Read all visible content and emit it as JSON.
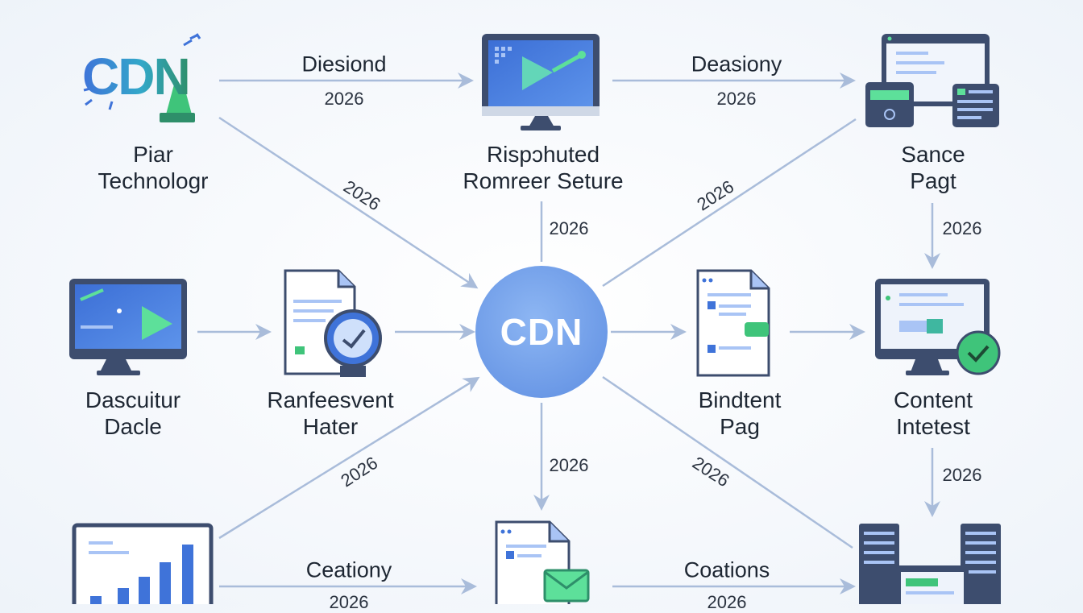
{
  "hub": {
    "label": "CDN"
  },
  "logo": {
    "text": "CDN"
  },
  "nodes": [
    {
      "id": "piar",
      "lines": [
        "Piar",
        "Technologr"
      ],
      "icon": "cdn-logo-icon"
    },
    {
      "id": "risp",
      "lines": [
        "Rispɔhuted",
        "Romreer Seture"
      ],
      "icon": "monitor-play-icon"
    },
    {
      "id": "sance",
      "lines": [
        "Sance",
        "Pagt"
      ],
      "icon": "browser-windows-icon"
    },
    {
      "id": "dascuitur",
      "lines": [
        "Dascuitur",
        "Dacle"
      ],
      "icon": "monitor-video-icon"
    },
    {
      "id": "ranfeesvent",
      "lines": [
        "Ranfeesvent",
        "Hater"
      ],
      "icon": "document-clock-icon"
    },
    {
      "id": "bindtent",
      "lines": [
        "Bindtent",
        "Pag"
      ],
      "icon": "document-page-icon"
    },
    {
      "id": "content",
      "lines": [
        "Content",
        "Intetest"
      ],
      "icon": "monitor-check-icon"
    },
    {
      "id": "chart",
      "lines": [],
      "icon": "bar-chart-icon"
    },
    {
      "id": "mail",
      "lines": [],
      "icon": "document-mail-icon"
    },
    {
      "id": "servers",
      "lines": [],
      "icon": "server-rack-icon"
    }
  ],
  "edge_labels": {
    "top_left": "Diesiond",
    "top_right": "Deasiony",
    "bottom_left": "Ceationy",
    "bottom_right": "Coations"
  },
  "year": "2026",
  "colors": {
    "arrow": "#a9bcda",
    "hub": "#6f9ee8",
    "accent_blue": "#3f73d9",
    "accent_green": "#3fc47a",
    "icon_dark": "#3d4d6e"
  }
}
